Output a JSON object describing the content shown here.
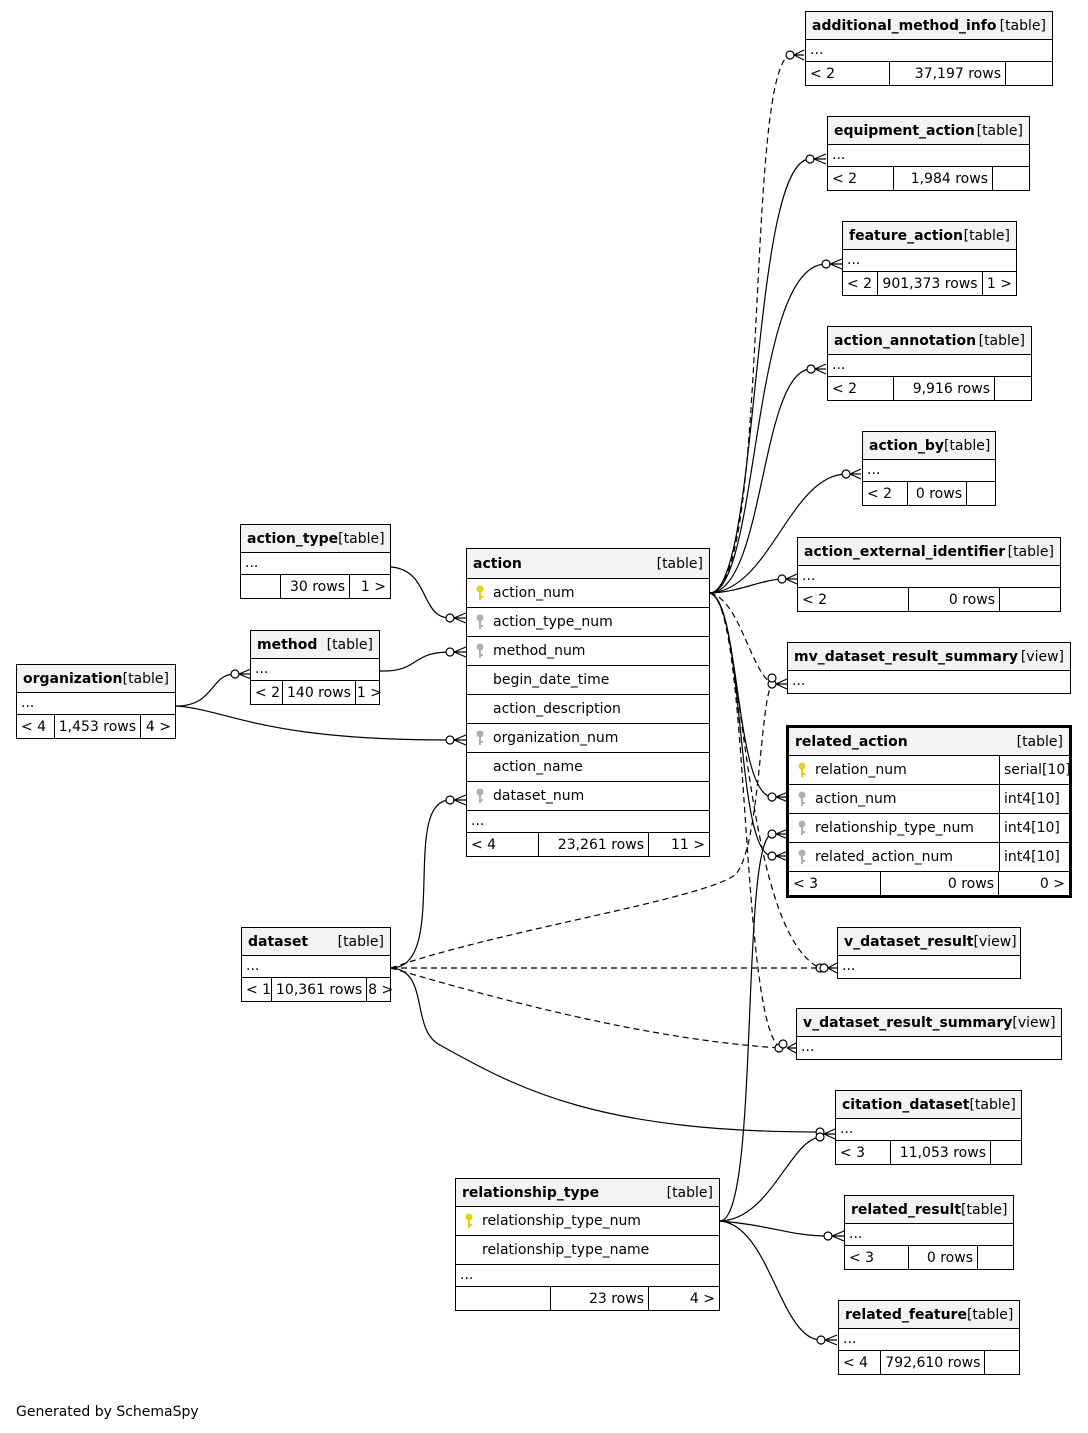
{
  "footer": {
    "credit": "Generated by SchemaSpy"
  },
  "tables": {
    "additional_method_info": {
      "name": "additional_method_info",
      "kind": "[table]",
      "ellipsis": "...",
      "parents": "< 2",
      "rows": "37,197 rows",
      "children": ""
    },
    "equipment_action": {
      "name": "equipment_action",
      "kind": "[table]",
      "ellipsis": "...",
      "parents": "< 2",
      "rows": "1,984 rows",
      "children": ""
    },
    "feature_action": {
      "name": "feature_action",
      "kind": "[table]",
      "ellipsis": "...",
      "parents": "< 2",
      "rows": "901,373 rows",
      "children": "1 >"
    },
    "action_annotation": {
      "name": "action_annotation",
      "kind": "[table]",
      "ellipsis": "...",
      "parents": "< 2",
      "rows": "9,916 rows",
      "children": ""
    },
    "action_by": {
      "name": "action_by",
      "kind": "[table]",
      "ellipsis": "...",
      "parents": "< 2",
      "rows": "0 rows",
      "children": ""
    },
    "action_external_identifier": {
      "name": "action_external_identifier",
      "kind": "[table]",
      "ellipsis": "...",
      "parents": "< 2",
      "rows": "0 rows",
      "children": ""
    },
    "mv_dataset_result_summary": {
      "name": "mv_dataset_result_summary",
      "kind": "[view]",
      "ellipsis": "..."
    },
    "related_action": {
      "name": "related_action",
      "kind": "[table]",
      "columns": [
        {
          "name": "relation_num",
          "type": "serial[10]",
          "key": "primary"
        },
        {
          "name": "action_num",
          "type": "int4[10]",
          "key": "foreign"
        },
        {
          "name": "relationship_type_num",
          "type": "int4[10]",
          "key": "foreign"
        },
        {
          "name": "related_action_num",
          "type": "int4[10]",
          "key": "foreign"
        }
      ],
      "parents": "< 3",
      "rows": "0 rows",
      "children": "0 >"
    },
    "v_dataset_result": {
      "name": "v_dataset_result",
      "kind": "[view]",
      "ellipsis": "..."
    },
    "v_dataset_result_summary": {
      "name": "v_dataset_result_summary",
      "kind": "[view]",
      "ellipsis": "..."
    },
    "citation_dataset": {
      "name": "citation_dataset",
      "kind": "[table]",
      "ellipsis": "...",
      "parents": "< 3",
      "rows": "11,053 rows",
      "children": ""
    },
    "related_result": {
      "name": "related_result",
      "kind": "[table]",
      "ellipsis": "...",
      "parents": "< 3",
      "rows": "0 rows",
      "children": ""
    },
    "related_feature": {
      "name": "related_feature",
      "kind": "[table]",
      "ellipsis": "...",
      "parents": "< 4",
      "rows": "792,610 rows",
      "children": ""
    },
    "action": {
      "name": "action",
      "kind": "[table]",
      "columns": [
        {
          "name": "action_num",
          "key": "primary"
        },
        {
          "name": "action_type_num",
          "key": "foreign"
        },
        {
          "name": "method_num",
          "key": "foreign"
        },
        {
          "name": "begin_date_time",
          "key": "none"
        },
        {
          "name": "action_description",
          "key": "none"
        },
        {
          "name": "organization_num",
          "key": "foreign"
        },
        {
          "name": "action_name",
          "key": "none"
        },
        {
          "name": "dataset_num",
          "key": "foreign"
        }
      ],
      "ellipsis": "...",
      "parents": "< 4",
      "rows": "23,261 rows",
      "children": "11 >"
    },
    "action_type": {
      "name": "action_type",
      "kind": "[table]",
      "ellipsis": "...",
      "parents": "",
      "rows": "30 rows",
      "children": "1 >"
    },
    "method": {
      "name": "method",
      "kind": "[table]",
      "ellipsis": "...",
      "parents": "< 2",
      "rows": "140 rows",
      "children": "1 >"
    },
    "organization": {
      "name": "organization",
      "kind": "[table]",
      "ellipsis": "...",
      "parents": "< 4",
      "rows": "1,453 rows",
      "children": "4 >"
    },
    "dataset": {
      "name": "dataset",
      "kind": "[table]",
      "ellipsis": "...",
      "parents": "< 1",
      "rows": "10,361 rows",
      "children": "8 >"
    },
    "relationship_type": {
      "name": "relationship_type",
      "kind": "[table]",
      "columns": [
        {
          "name": "relationship_type_num",
          "key": "primary"
        },
        {
          "name": "relationship_type_name",
          "key": "none"
        }
      ],
      "ellipsis": "...",
      "parents": "",
      "rows": "23 rows",
      "children": "4 >"
    }
  },
  "colors": {
    "primary_key": "#e8d20a",
    "foreign_key": "#b0b0b0",
    "header_bg": "#f3f3f3"
  }
}
